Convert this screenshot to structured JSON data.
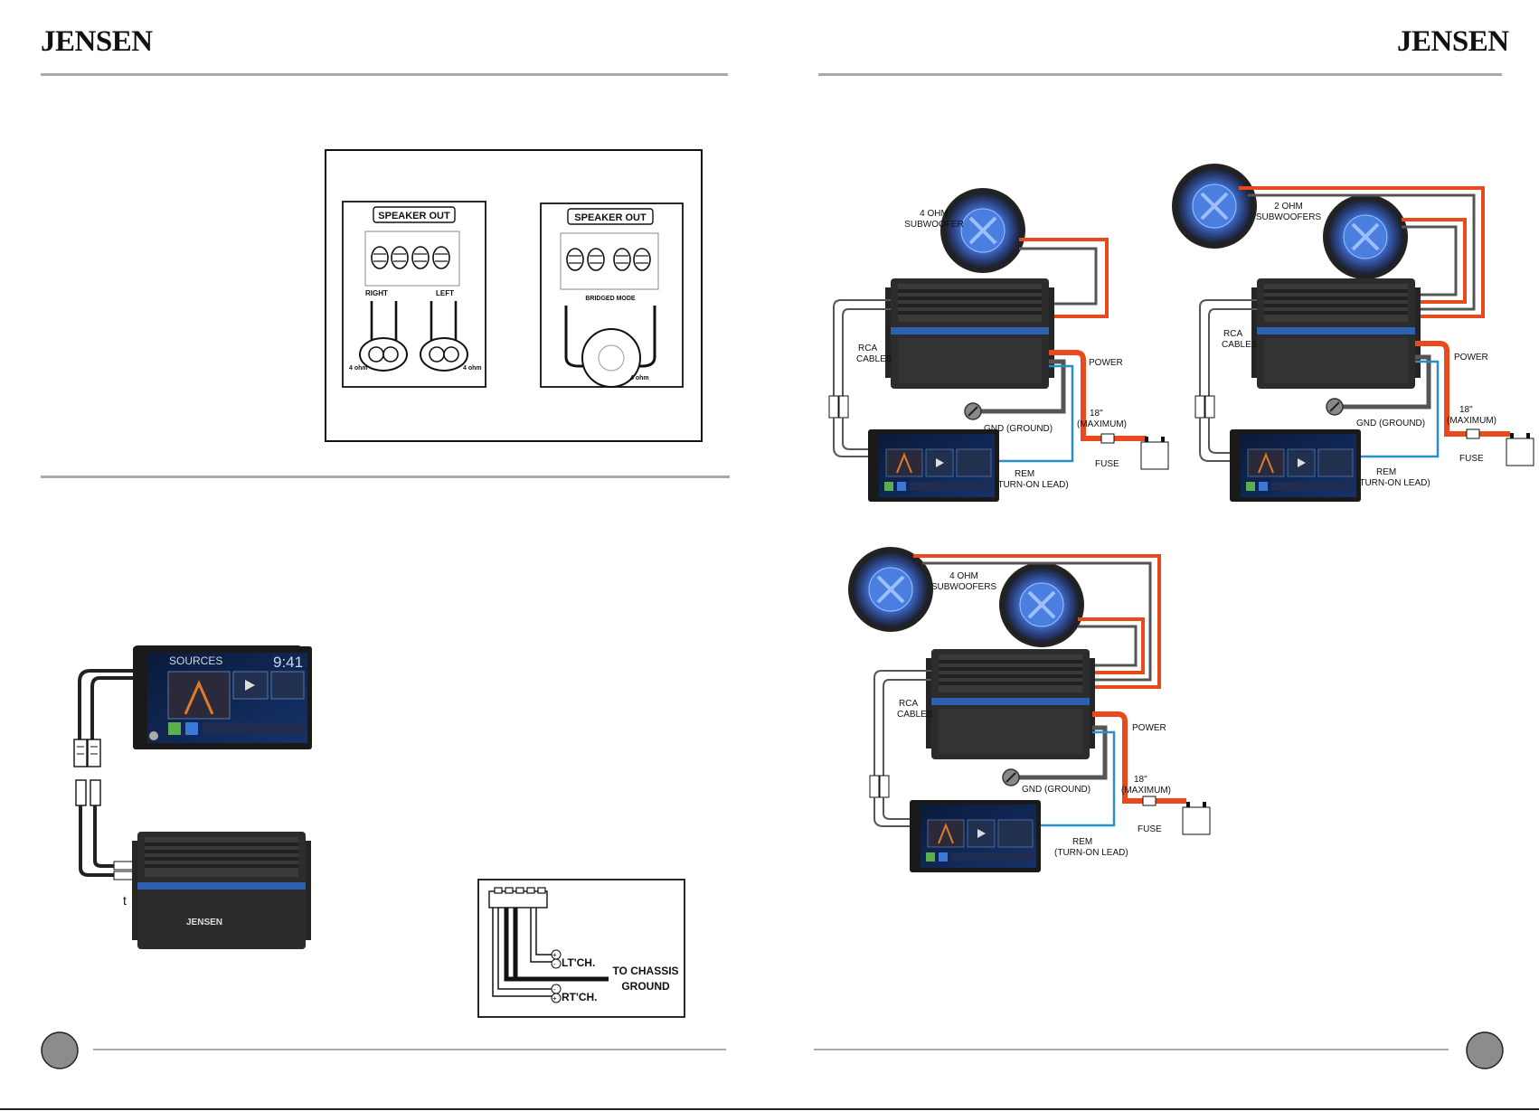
{
  "header": {
    "brand_left": "JENSEN",
    "brand_right": "JENSEN"
  },
  "speaker_panel": {
    "stereo": {
      "title": "SPEAKER OUT",
      "right": "RIGHT",
      "left": "LEFT",
      "imp_left": "4 ohm",
      "imp_right": "4 ohm"
    },
    "bridged": {
      "title": "SPEAKER OUT",
      "mode": "BRIDGED MODE",
      "imp": "4 ohm"
    }
  },
  "head_unit": {
    "screen_title": "SOURCES",
    "time": "9:41"
  },
  "amp": {
    "brand": "JENSEN"
  },
  "stray_char": "t",
  "ground_diagram": {
    "lt": "LT'CH.",
    "rt": "RT'CH.",
    "chassis_1": "TO CHASSIS",
    "chassis_2": "GROUND"
  },
  "wiring": {
    "d1": {
      "sub_1": "4 OHM",
      "sub_2": "SUBWOOFER"
    },
    "d2": {
      "sub_1": "2 OHM",
      "sub_2": "SUBWOOFERS"
    },
    "d3": {
      "sub_1": "4 OHM",
      "sub_2": "SUBWOOFERS"
    },
    "rca_1": "RCA",
    "rca_2": "CABLES",
    "power": "POWER",
    "gnd": "GND (GROUND)",
    "dist": "18\"",
    "max": "(MAXIMUM)",
    "fuse": "FUSE",
    "rem": "REM",
    "turn_on": "(TURN-ON LEAD)"
  },
  "colors": {
    "power_wire": "#e84a1e",
    "speaker_wire": "#e84a1e",
    "rem_wire": "#2a8fc4",
    "gnd_wire": "#555555",
    "rule": "#a9a9a9",
    "page_badge": "#8c8c8c"
  }
}
